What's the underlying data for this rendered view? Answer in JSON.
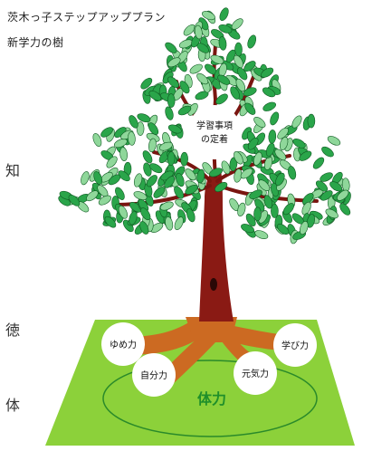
{
  "header": {
    "line1": "茨木っ子ステップアッププラン",
    "line2": "新学力の樹"
  },
  "side_labels": [
    "知",
    "徳",
    "体"
  ],
  "tree": {
    "center_label_lines": [
      "学習事項",
      "の定着"
    ],
    "root_labels": [
      "ゆめ力",
      "自分力",
      "元気力",
      "学び力"
    ],
    "ground_label": "体力"
  },
  "colors": {
    "leaf": "#2aa54a",
    "leaf_light": "#8fd79a",
    "trunk": "#8a1a14",
    "root": "#cc6a22",
    "ground": "#8cd13a",
    "ground_text": "#1f8f2a"
  }
}
